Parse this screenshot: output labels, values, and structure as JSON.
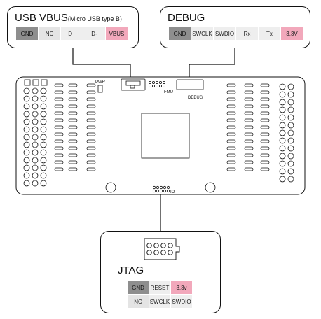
{
  "usb_panel": {
    "title": "USB VBUS",
    "subtitle": "(Micro USB type B)",
    "pins": [
      {
        "label": "GND",
        "kind": "gnd"
      },
      {
        "label": "NC",
        "kind": "nc"
      },
      {
        "label": "D+",
        "kind": "normal"
      },
      {
        "label": "D-",
        "kind": "normal"
      },
      {
        "label": "VBUS",
        "kind": "pwr"
      }
    ]
  },
  "debug_panel": {
    "title": "DEBUG",
    "pins": [
      {
        "label": "GND",
        "kind": "gnd"
      },
      {
        "label": "SWCLK",
        "kind": "normal"
      },
      {
        "label": "SWDIO",
        "kind": "normal"
      },
      {
        "label": "Rx",
        "kind": "normal"
      },
      {
        "label": "Tx",
        "kind": "normal"
      },
      {
        "label": "3.3V",
        "kind": "pwr"
      }
    ]
  },
  "board": {
    "pwr_label": "PWR",
    "fmu_label": "FMU",
    "debug_label": "DEBUG",
    "io_label": "IO"
  },
  "jtag_panel": {
    "title": "JTAG",
    "rows": [
      [
        {
          "label": "GND",
          "kind": "gnd"
        },
        {
          "label": "RESET",
          "kind": "normal"
        },
        {
          "label": "3.3v",
          "kind": "pwr"
        }
      ],
      [
        {
          "label": "NC",
          "kind": "nc"
        },
        {
          "label": "SWCLK",
          "kind": "normal"
        },
        {
          "label": "SWDIO",
          "kind": "normal"
        }
      ]
    ]
  },
  "colors": {
    "gnd": "#8e8e8e",
    "power": "#f2a8bb",
    "pin": "#eeeeee",
    "outline": "#111111"
  }
}
